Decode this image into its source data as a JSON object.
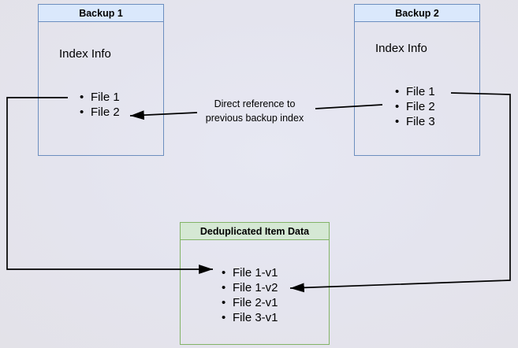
{
  "diagram": {
    "backup1": {
      "title": "Backup 1",
      "label": "Index Info",
      "files": [
        "File 1",
        "File 2"
      ]
    },
    "backup2": {
      "title": "Backup 2",
      "label": "Index Info",
      "files": [
        "File 1",
        "File 2",
        "File 3"
      ]
    },
    "dedup": {
      "title": "Deduplicated Item Data",
      "files": [
        "File 1-v1",
        "File 1-v2",
        "File 2-v1",
        "File 3-v1"
      ]
    },
    "annotation": "Direct reference to\nprevious backup index"
  },
  "colors": {
    "blue_header_fill": "#dae8fc",
    "blue_border": "#6c8ebf",
    "green_header_fill": "#d5e8d4",
    "green_border": "#82b366",
    "arrow": "#000000",
    "canvas_center": "#e7e8f3",
    "canvas_edge": "#e3e2e8"
  }
}
